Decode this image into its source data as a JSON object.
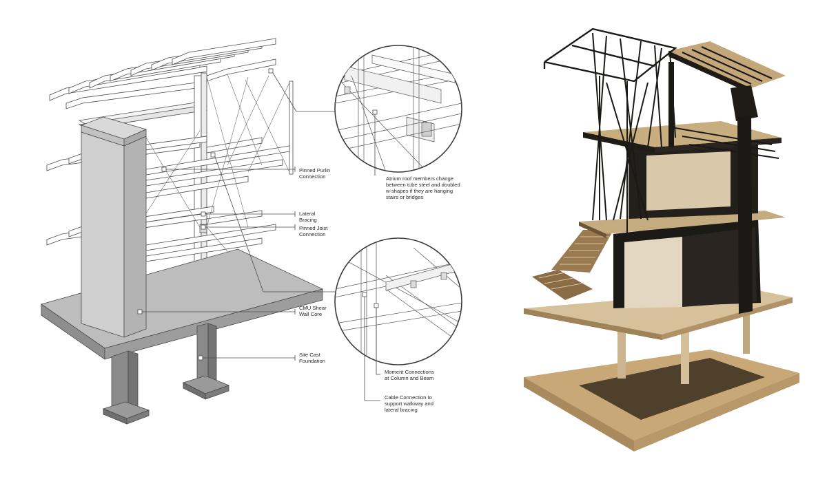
{
  "labels": {
    "pinned_purlin": [
      "Pinned Purlin",
      "Connection"
    ],
    "lateral_bracing": [
      "Lateral",
      "Bracing"
    ],
    "pinned_joist": [
      "Pinned Joist",
      "Connection"
    ],
    "cmu_shear": [
      "CMU Shear",
      "Wall Core"
    ],
    "site_cast": [
      "Site Cast",
      "Foundation"
    ],
    "atrium_roof": [
      "Atrium roof members change",
      "between tube steel and doubled",
      "w-shapes if they are hanging",
      "stairs or bridges"
    ],
    "moment_connections": [
      "Moment Connections",
      "at Column and Beam"
    ],
    "cable_connection": [
      "Cable Connection to",
      "support walkway and",
      "lateral bracing"
    ]
  },
  "colors": {
    "line": "#4a4a4a",
    "concrete_top": "#bdbdbd",
    "concrete_side": "#8e8e8e",
    "concrete_dark": "#6f6f6f",
    "model_cardboard": "#c9a877",
    "model_dark": "#1c1a17"
  }
}
